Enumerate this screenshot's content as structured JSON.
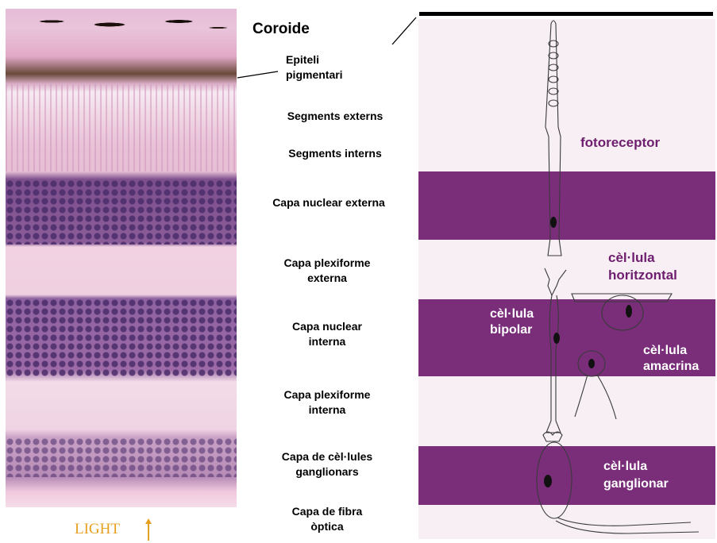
{
  "micrograph": {
    "light_label": "LIGHT"
  },
  "layers": {
    "coroide": "Coroide",
    "epiteli": [
      "Epiteli",
      "pigmentari"
    ],
    "segments_externs": "Segments externs",
    "segments_interns": "Segments interns",
    "nuclear_externa": "Capa nuclear externa",
    "plexiforme_externa": [
      "Capa plexiforme",
      "externa"
    ],
    "nuclear_interna": [
      "Capa nuclear",
      "interna"
    ],
    "plexiforme_interna": [
      "Capa plexiforme",
      "interna"
    ],
    "ganglionars": [
      "Capa de cèl·lules",
      "ganglionars"
    ],
    "fibra_optica": [
      "Capa de fibra",
      "òptica"
    ]
  },
  "cells": {
    "fotoreceptor": "fotoreceptor",
    "horitzontal": [
      "cèl·lula",
      "horitzontal"
    ],
    "bipolar": [
      "cèl·lula",
      "bipolar"
    ],
    "amacrina": [
      "cèl·lula",
      "amacrina"
    ],
    "ganglionar": [
      "cèl·lula",
      "ganglionar"
    ]
  },
  "colors": {
    "band": "#7a2e7a",
    "label_purple": "#6e1e6e",
    "light_arrow": "#e6a020"
  }
}
